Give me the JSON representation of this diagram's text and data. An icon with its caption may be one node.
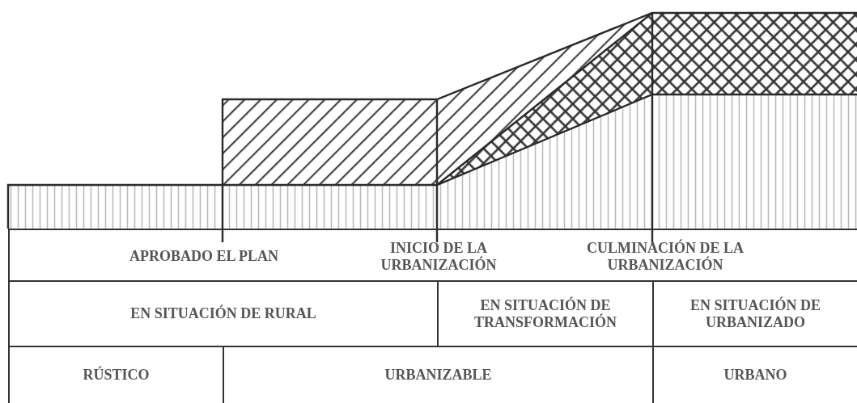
{
  "diagram": {
    "nodes": [
      {
        "text": [
          "APROBADO EL PLAN",
          "INICIO DE LA URBANIZACIÓN",
          "CULMINACIÓN DE LA URBANIZACIÓN"
        ]
      },
      {
        "text": [
          "EN SITUACIÓN DE RURAL"
        ]
      },
      {
        "text": [
          "EN SITUACIÓN DE TRANSFORMACIÓN"
        ]
      },
      {
        "text": [
          "EN SITUACIÓN DE URBANIZADO"
        ]
      },
      {
        "text": [
          "RÚSTICO"
        ]
      },
      {
        "text": [
          "URBANIZABLE"
        ]
      },
      {
        "text": [
          "URBANO"
        ]
      }
    ]
  }
}
